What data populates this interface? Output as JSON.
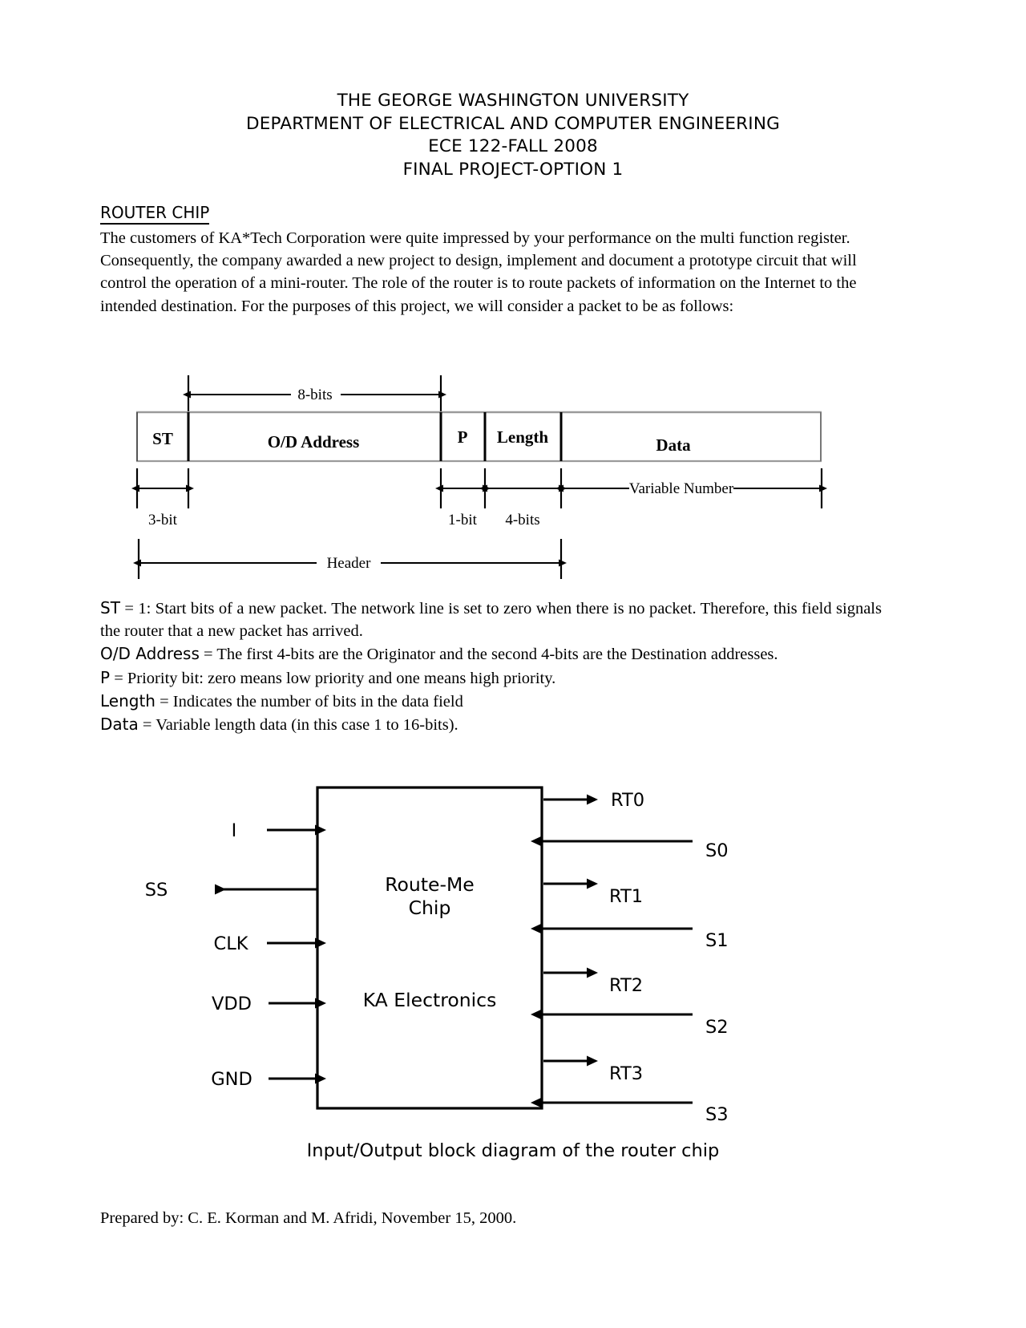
{
  "header": {
    "lines": [
      "THE GEORGE WASHINGTON UNIVERSITY",
      "DEPARTMENT OF ELECTRICAL AND COMPUTER ENGINEERING",
      "ECE 122-FALL 2008",
      "FINAL PROJECT-OPTION 1"
    ]
  },
  "section": {
    "title": "ROUTER CHIP",
    "intro": "The customers of   KA*Tech Corporation   were quite impressed by your performance on the multi function register. Consequently, the company awarded a new project to design, implement and document a prototype circuit that will control the operation of a mini-router. The role of the router is to route packets of information on the Internet to the intended destination. For the purposes of this project, we will consider a packet to be as follows:"
  },
  "packet_diagram": {
    "fields": [
      {
        "name": "ST",
        "width_label": "3-bit"
      },
      {
        "name": "O/D Address",
        "width_label": "8-bits"
      },
      {
        "name": "P",
        "width_label": "1-bit"
      },
      {
        "name": "Length",
        "width_label": "4-bits"
      },
      {
        "name": "Data",
        "width_label": "Variable Number"
      }
    ],
    "top_dim_label": "8-bits",
    "bottom_dim_labels": [
      "3-bit",
      "1-bit",
      "4-bits"
    ],
    "variable_label": "Variable Number",
    "header_span_label": "Header"
  },
  "definitions": [
    {
      "term": "ST",
      "text": " = 1: Start bits of a new packet. The network line is set to zero when there is no packet. Therefore, this field signals the router that a new packet has arrived."
    },
    {
      "term": "O/D Address",
      "text": " = The first 4-bits are the Originator and the second 4-bits are the Destination addresses."
    },
    {
      "term": "P",
      "text": " = Priority bit: zero means low priority and one means high priority."
    },
    {
      "term": "Length",
      "text": " = Indicates the number of bits in the data field"
    },
    {
      "term": "Data",
      "text": " = Variable length data (in this case 1 to 16-bits)."
    }
  ],
  "block_diagram": {
    "chip_name_line1": "Route-Me",
    "chip_name_line2": "Chip",
    "company": "KA Electronics",
    "left_pins": [
      {
        "label": "I",
        "direction": "in"
      },
      {
        "label": "SS",
        "direction": "out"
      },
      {
        "label": "CLK",
        "direction": "in"
      },
      {
        "label": "VDD",
        "direction": "in"
      },
      {
        "label": "GND",
        "direction": "in"
      }
    ],
    "right_pins": [
      {
        "label": "RT0",
        "direction": "out"
      },
      {
        "label": "S0",
        "direction": "in"
      },
      {
        "label": "RT1",
        "direction": "out"
      },
      {
        "label": "S1",
        "direction": "in"
      },
      {
        "label": "RT2",
        "direction": "out"
      },
      {
        "label": "S2",
        "direction": "in"
      },
      {
        "label": "RT3",
        "direction": "out"
      },
      {
        "label": "S3",
        "direction": "in"
      }
    ],
    "caption": "Input/Output block diagram of the router chip"
  },
  "footer": {
    "prepared_by": "Prepared by: C. E. Korman and M. Afridi, November 15, 2000."
  }
}
